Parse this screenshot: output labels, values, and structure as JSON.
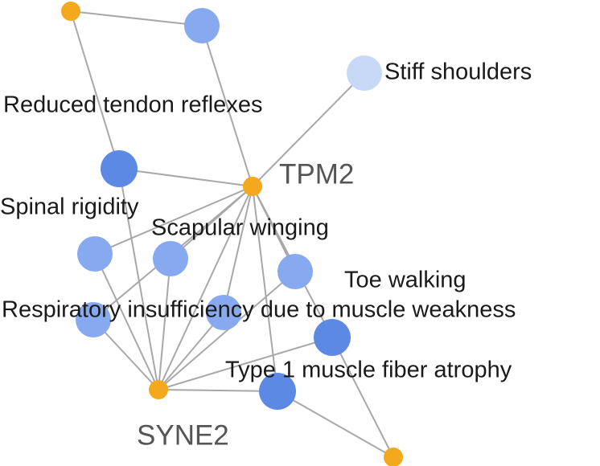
{
  "palette": {
    "gene": "#f4a81d",
    "phenotype_dark": "#5b89e3",
    "phenotype_mid": "#86a9ef",
    "phenotype_light": "#c8d9f8",
    "edge": "#a8a8a8"
  },
  "nodes": [
    {
      "id": "gene_top",
      "kind": "gene",
      "label": ""
    },
    {
      "id": "pheno_top",
      "kind": "phenotype",
      "shade": "mid",
      "label": ""
    },
    {
      "id": "stiff",
      "kind": "phenotype",
      "shade": "light",
      "label": "Stiff shoulders"
    },
    {
      "id": "reduced",
      "kind": "phenotype",
      "shade": "dark",
      "label": "Reduced tendon reflexes"
    },
    {
      "id": "tpm2",
      "kind": "gene",
      "label": "TPM2"
    },
    {
      "id": "spinal",
      "kind": "phenotype",
      "shade": "mid",
      "label": "Spinal rigidity"
    },
    {
      "id": "scapular",
      "kind": "phenotype",
      "shade": "mid",
      "label": "Scapular winging"
    },
    {
      "id": "toe",
      "kind": "phenotype",
      "shade": "mid",
      "label": "Toe walking"
    },
    {
      "id": "resp",
      "kind": "phenotype",
      "shade": "mid",
      "label": "Respiratory insufficiency due to muscle weakness"
    },
    {
      "id": "pheno_left",
      "kind": "phenotype",
      "shade": "mid",
      "label": ""
    },
    {
      "id": "type1",
      "kind": "phenotype",
      "shade": "dark",
      "label": "Type 1 muscle fiber atrophy"
    },
    {
      "id": "pheno_right",
      "kind": "phenotype",
      "shade": "dark",
      "label": ""
    },
    {
      "id": "syne2",
      "kind": "gene",
      "label": "SYNE2"
    },
    {
      "id": "pheno_bottom",
      "kind": "phenotype",
      "shade": "dark",
      "label": ""
    },
    {
      "id": "gene_bottom",
      "kind": "gene",
      "label": ""
    }
  ],
  "edges": [
    [
      "gene_top",
      "pheno_top"
    ],
    [
      "gene_top",
      "reduced"
    ],
    [
      "pheno_top",
      "tpm2"
    ],
    [
      "stiff",
      "tpm2"
    ],
    [
      "reduced",
      "tpm2"
    ],
    [
      "reduced",
      "syne2"
    ],
    [
      "tpm2",
      "spinal"
    ],
    [
      "tpm2",
      "scapular"
    ],
    [
      "tpm2",
      "toe"
    ],
    [
      "tpm2",
      "resp"
    ],
    [
      "tpm2",
      "pheno_left"
    ],
    [
      "tpm2",
      "syne2"
    ],
    [
      "tpm2",
      "pheno_bottom"
    ],
    [
      "tpm2",
      "pheno_right"
    ],
    [
      "spinal",
      "syne2"
    ],
    [
      "scapular",
      "syne2"
    ],
    [
      "pheno_left",
      "syne2"
    ],
    [
      "resp",
      "syne2"
    ],
    [
      "toe",
      "syne2"
    ],
    [
      "pheno_right",
      "syne2"
    ],
    [
      "pheno_bottom",
      "syne2"
    ],
    [
      "pheno_bottom",
      "gene_bottom"
    ],
    [
      "pheno_right",
      "gene_bottom"
    ]
  ]
}
